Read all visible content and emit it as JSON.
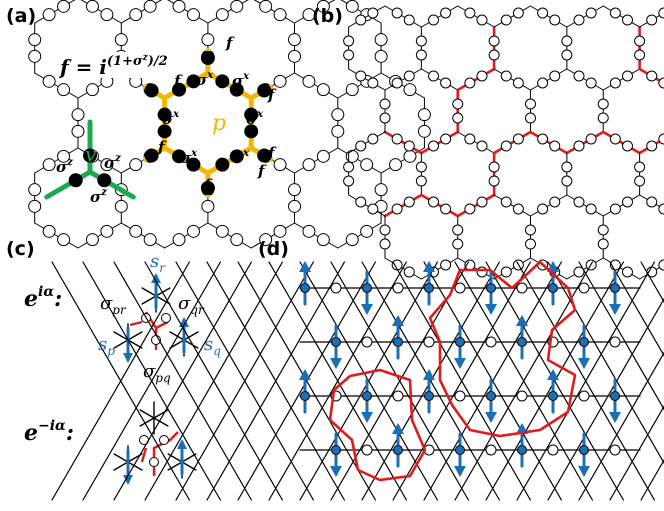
{
  "panels": {
    "a": {
      "label": "(a)",
      "formula": "f = i",
      "formula_exp": "(1+σ",
      "formula_exp_z": "z",
      "formula_exp_end": ")/2",
      "vertex_label": "v",
      "plaquette_label": "p",
      "f_label": "f",
      "sx_label": "σ",
      "sx_sup": "x",
      "sz_label": "σ",
      "sz_sup": "z"
    },
    "b": {
      "label": "(b)"
    },
    "c": {
      "label": "(c)",
      "op_pos": "e",
      "op_pos_sup": "iα",
      "op_pos_colon": ":",
      "op_neg": "e",
      "op_neg_sup": "−iα",
      "op_neg_colon": ":",
      "s_r": "s",
      "s_r_sub": "r",
      "s_p": "s",
      "s_p_sub": "p",
      "s_q": "s",
      "s_q_sub": "q",
      "sigma_pr": "σ",
      "sigma_pr_sub": "pr",
      "sigma_qr": "σ",
      "sigma_qr_sub": "qr",
      "sigma_pq": "σ",
      "sigma_pq_sub": "pq"
    },
    "d": {
      "label": "(d)"
    }
  },
  "colors": {
    "red": "#e01b1b",
    "yellow": "#f2b705",
    "green": "#1ea84e",
    "blue": "#1c6fb5",
    "black": "#000000"
  }
}
